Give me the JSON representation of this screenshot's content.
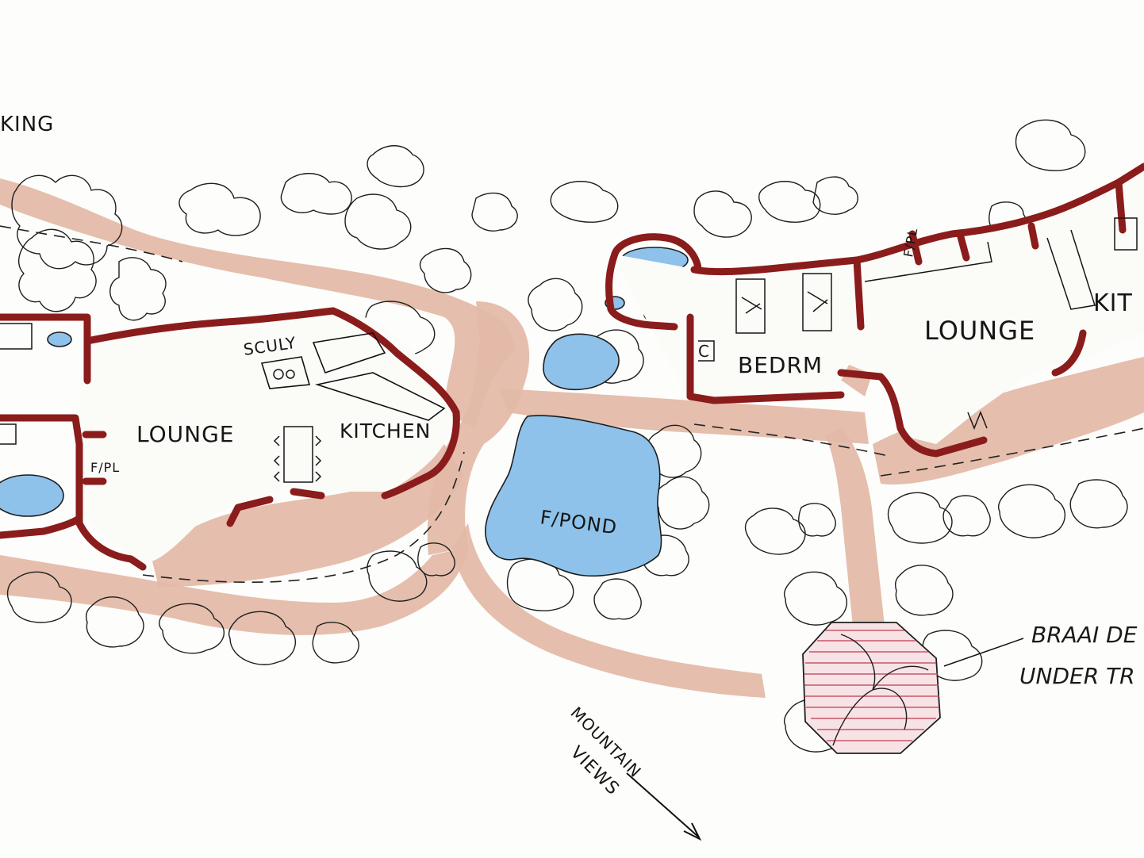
{
  "labels": {
    "parking": "KING",
    "lounge_left": "LOUNGE",
    "kitchen_left": "KITCHEN",
    "sculy": "SCULY",
    "fpl_left": "F/PL",
    "fpl_right": "F/PL",
    "bedrm": "BEDRM",
    "lounge_right": "LOUNGE",
    "kitchen_right": "KIT",
    "pond": "F/POND",
    "wc": "C",
    "braai": "BRAAI DE",
    "braai_sub": "UNDER TR",
    "mountain": "MOUNTAIN",
    "views": "VIEWS"
  },
  "colors": {
    "walls": "#8a1c1c",
    "paths": "#e3b8a6",
    "water": "#8ec2ea",
    "ink": "#161616",
    "deck_hatch": "#c0485a"
  }
}
